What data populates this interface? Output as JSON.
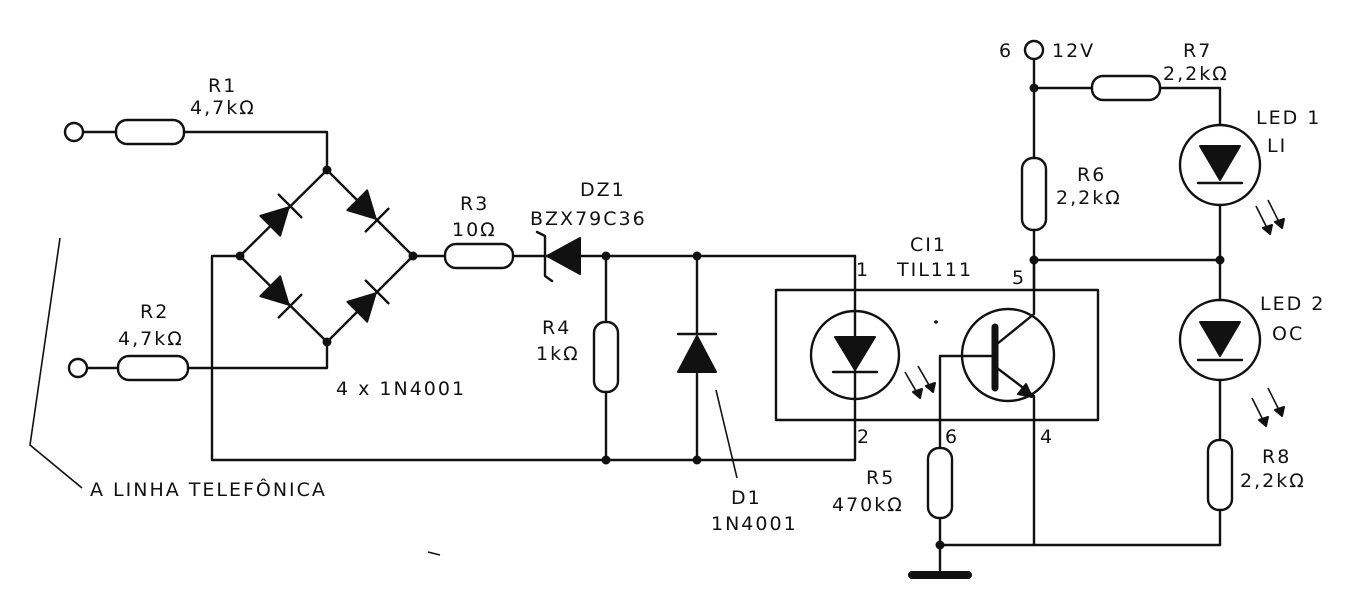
{
  "components": {
    "r1": {
      "ref": "R1",
      "value": "4,7kΩ"
    },
    "r2": {
      "ref": "R2",
      "value": "4,7kΩ"
    },
    "r3": {
      "ref": "R3",
      "value": "10Ω"
    },
    "r4": {
      "ref": "R4",
      "value": "1kΩ"
    },
    "r5": {
      "ref": "R5",
      "value": "470kΩ"
    },
    "r6": {
      "ref": "R6",
      "value": "2,2kΩ"
    },
    "r7": {
      "ref": "R7",
      "value": "2,2kΩ"
    },
    "r8": {
      "ref": "R8",
      "value": "2,2kΩ"
    },
    "dz1": {
      "ref": "DZ1",
      "value": "BZX79C36"
    },
    "d1": {
      "ref": "D1",
      "value": "1N4001"
    },
    "bridge": {
      "value": "4 x   1N4001"
    },
    "ci1": {
      "ref": "CI1",
      "value": "TIL111"
    },
    "led1": {
      "ref": "LED 1",
      "value": "LI"
    },
    "led2": {
      "ref": "LED 2",
      "value": "OC"
    }
  },
  "pins": {
    "p1": "1",
    "p2": "2",
    "p4": "4",
    "p5": "5",
    "p6": "6"
  },
  "supply": {
    "pin": "6",
    "voltage": "12V"
  },
  "labels": {
    "line": "A LINHA TELEFÔNICA"
  }
}
